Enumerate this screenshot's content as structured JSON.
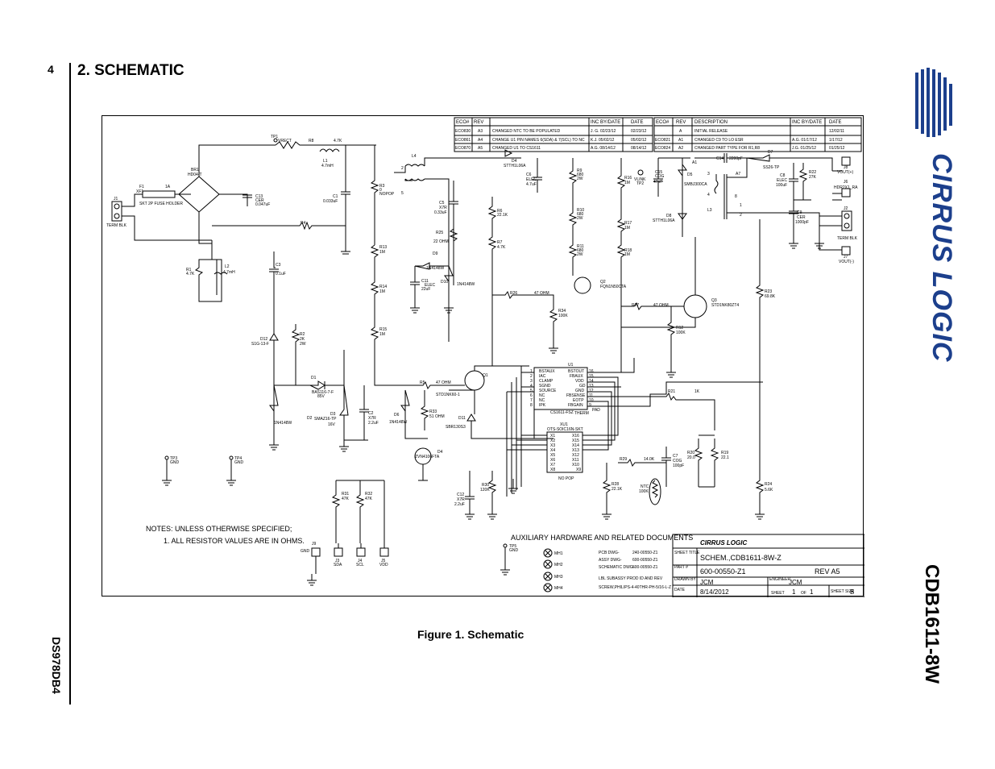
{
  "page": {
    "number": "4",
    "section_title": "2. SCHEMATIC",
    "doc_code": "DS978DB4",
    "product": "CDB1611-8W",
    "logo": "CIRRUS LOGIC",
    "figure_caption": "Figure 1. Schematic"
  },
  "eco_left": {
    "headers": [
      "ECO#",
      "REV",
      "",
      "INC BY/DATE",
      "DATE"
    ],
    "rows": [
      [
        "ECO830",
        "A3",
        "CHANGED NTC TO BE POPULATED",
        "J. G.   02/23/12",
        "02/23/12"
      ],
      [
        "ECO861",
        "A4",
        "CHANGE U1 PIN NAMES 6(SDA) & 7(SCL) TO NC",
        "K.J.   05/02/12",
        "05/02/12"
      ],
      [
        "ECO870",
        "A5",
        "CHANGED U1 TO CS1611",
        "A.G.   08/14/12",
        "08/14/12"
      ]
    ]
  },
  "eco_right": {
    "headers": [
      "ECO#",
      "REV",
      "DESCRIPTION",
      "INC BY/DATE",
      "DATE"
    ],
    "rows": [
      [
        "",
        "A",
        "INITIAL RELEASE",
        "",
        "12/02/11"
      ],
      [
        "ECO821",
        "A1",
        "CHANGED C9 TO LO ESR",
        "A.G.   01/17/12",
        "1/17/12"
      ],
      [
        "ECO824",
        "A2",
        "CHANGED PART TYPE FOR R1,R8",
        "J.G.   01/25/12",
        "01/25/12"
      ]
    ]
  },
  "notes": {
    "heading": "NOTES: UNLESS OTHERWISE SPECIFIED;",
    "item1": "1. ALL RESISTOR VALUES ARE IN OHMS."
  },
  "aux": {
    "title": "AUXILIARY HARDWARE AND RELATED DOCUMENTS",
    "docs": [
      [
        "PCB DWG-",
        "240-00550-Z1"
      ],
      [
        "ASSY DWG-",
        "600-00550-Z1"
      ],
      [
        "SCHEMATIC DWG-",
        "600-00550-Z1"
      ]
    ],
    "label_line": "LBL SUBASSY PROD ID AND REV",
    "screw_line": "SCREW,PHILIPS-4-40THR-PH-5/16-L-Z",
    "mh": [
      "MH1",
      "MH2",
      "MH3",
      "MH4"
    ]
  },
  "title_block": {
    "logo": "CIRRUS LOGIC",
    "sheet_title_label": "SHEET TITLE",
    "sheet_title": "SCHEM.,CDB1611-8W-Z",
    "part_label": "PART #",
    "part_number": "600-00550-Z1",
    "rev": "REV A5",
    "drawn_label": "DRAWN BY",
    "drawn_by": "JCM",
    "engineer_label": "ENGINEER",
    "engineer": "JCM",
    "date_label": "DATE",
    "date": "8/14/2012",
    "sheet_label": "SHEET",
    "sheet": "1",
    "of_label": "OF",
    "sheet_of": "1",
    "size_label": "SHEET SIZE",
    "size": "B"
  },
  "components": {
    "J1": "J1",
    "termblk": "TERM BLK",
    "F1": "F1",
    "xf1": "XF1",
    "f1val": "1A",
    "fuse_holder": "SKT 2P FUSE HOLDER",
    "BR1": "BR1",
    "br1val": "HD04-T",
    "C13": "C13",
    "c13a": "CER",
    "c13b": "0.047uF",
    "R8": "R8",
    "r8val": "4.7K",
    "L1": "L1",
    "l1val": "4.7mH",
    "C1": "C1",
    "c1val": "0.033uF",
    "R3": "R3",
    "r3a": "0",
    "r3b": "NOPOP",
    "L4": "L4",
    "D4": "D4",
    "d4val": "STTH1L06A",
    "C6": "C6",
    "c6a": "ELEC",
    "c6b": "4.7uF",
    "R9": "R9",
    "r9a": "680",
    "r9b": "2W",
    "R16": "R16",
    "r16val": "1M",
    "VLINK": "VLINK",
    "TP2": "TP2",
    "C15": "C15",
    "c15a": "COG",
    "c15b": "47pF",
    "D5": "D5",
    "d5val": "SMBJ300CA",
    "C14": "C14",
    "c14val": "2200pF",
    "D7": "D7",
    "d7val": "SS26-TP",
    "A7": "A7",
    "C8": "C8",
    "c8a": "ELEC",
    "c8b": "100uF",
    "R22": "R22",
    "r22val": "27K",
    "J8": "J8",
    "vouth": "VOUT(+)",
    "J6": "J6",
    "hdr": "HDR2X1_RA",
    "J2": "J2",
    "termblk2": "TERM BLK",
    "J7": "J7",
    "voutl": "VOUT(-)",
    "C9": "C9",
    "c9a": "CER",
    "c9b": "1000pF",
    "R4": "R4",
    "R1": "R1",
    "r1val": "4.7K",
    "L2": "L2",
    "l2val": "4.7mH",
    "C3": "C3",
    "c3val": "0.1uF",
    "C5": "C5",
    "c5a": "X7R",
    "c5b": "0.33uF",
    "R25": "R25",
    "r25val": "22 OHM",
    "R6": "R6",
    "r6val": "22.1K",
    "R7": "R7",
    "r7val": "4.7K",
    "R10": "R10",
    "r10a": "680",
    "r10b": "2W",
    "R17": "R17",
    "r17val": "1M",
    "R11": "R11",
    "r11a": "680",
    "r11b": "2W",
    "R18": "R18",
    "r18val": "1M",
    "D8": "D8",
    "d8val": "STTH1L06A",
    "R13": "R13",
    "r13val": "1M",
    "D9": "D9",
    "d9val": "1N4148W",
    "C11": "C11",
    "c11a": "ELEC",
    "c11b": "22uF",
    "D10": "D10",
    "d10val": "1N4148W",
    "Q2": "Q2",
    "q2val": "FQN1N50CTA",
    "R26": "R26",
    "r26val": "47 OHM",
    "R34": "R34",
    "r34val": "100K",
    "R27": "R27",
    "r27val": "47 OHM",
    "Q3": "Q3",
    "q3val": "STD1NK80ZT4",
    "R23": "R23",
    "r23val": "69.8K",
    "R12": "R12",
    "r12val": "100K",
    "R14": "R14",
    "r14val": "1M",
    "R15": "R15",
    "r15val": "1M",
    "D12": "D12",
    "d12val": "S1G-13-F",
    "R2": "R2",
    "r2a": "2K",
    "r2b": "2W",
    "D1": "D1",
    "d1a": "BAS116-7-F",
    "d1b": "85V",
    "R5": "R5",
    "r5val": "47 OHM",
    "Q1": "Q1",
    "q1val": "STD1NK60-1",
    "D2": "D2",
    "d2val": "1N4148W",
    "D3": "D3",
    "d3a": "SMAZ16-TP",
    "d3b": "16V",
    "C2": "C2",
    "c2a": "X7R",
    "c2b": "2.2uF",
    "D6": "D6",
    "d6val": "1N4148W",
    "R33": "R33",
    "r33val": "51 OHM",
    "D11": "D11",
    "d11val": "SBR130S3",
    "D4b": "D4",
    "d4bval": "ZVN4106FTA",
    "U1": "U1",
    "u1_left": [
      "BSTAUX",
      "IAC",
      "CLAMP",
      "SGND",
      "SOURCE",
      "NC",
      "NC",
      "IPK"
    ],
    "u1_right": [
      "BSTOUT",
      "FBAUX",
      "VDD",
      "GD",
      "GND",
      "FBSENSE",
      "EOTP",
      "FBGAIN"
    ],
    "u1_pins_left": [
      "1",
      "2",
      "3",
      "4",
      "5",
      "6",
      "7",
      "8"
    ],
    "u1_pins_right": [
      "16",
      "15",
      "14",
      "13",
      "12",
      "11",
      "10",
      "9"
    ],
    "u1_part": "CS1611-FSZ",
    "therm": "THERM",
    "pad": "PAD",
    "XU1": "XU1",
    "xu1val": "OTS-SOIC16N-SKT",
    "xu1_left": [
      "X1",
      "X2",
      "X3",
      "X4",
      "X5",
      "X6",
      "X7",
      "X8"
    ],
    "xu1_right": [
      "X16",
      "X15",
      "X14",
      "X13",
      "X12",
      "X11",
      "X10",
      "X9"
    ],
    "nopop": "NO POP",
    "R21": "R21",
    "r21val": "1K",
    "R29": "R29",
    "r29val": "14.0K",
    "C7": "C7",
    "c7a": "COG",
    "c7b": "100pF",
    "R20": "R20",
    "r20val": "20.0",
    "R19": "R19",
    "r19val": "22.1",
    "R24": "R24",
    "r24val": "5.6K",
    "R28": "R28",
    "r28val": "22.1K",
    "NTC": "NTC",
    "ntcval": "100K",
    "R30": "R30",
    "r30val": "120K",
    "C12": "C12",
    "c12a": "X7R",
    "c12b": "2.2uF",
    "R31": "R31",
    "r31val": "47K",
    "R32": "R32",
    "r32val": "47K",
    "J3": "J3",
    "sda": "SDA",
    "J4": "J4",
    "scl": "SCL",
    "J5": "J5",
    "vdd": "VDD",
    "J9": "J9",
    "gnd": "GND",
    "TP1": "TP1",
    "vrect": "VRECT",
    "TP3": "TP3",
    "tp3": "GND",
    "TP4": "TP4",
    "tp4": "GND",
    "TP5": "TP5",
    "tp5": "GND"
  }
}
